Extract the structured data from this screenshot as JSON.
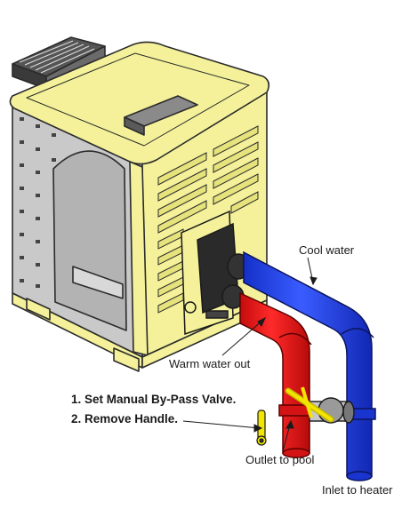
{
  "labels": {
    "cool_water": "Cool water",
    "warm_water_out": "Warm water out",
    "step_1": "1. Set Manual By-Pass Valve.",
    "step_2": "2. Remove Handle.",
    "outlet_to_pool": "Outlet to pool",
    "inlet_to_heater": "Inlet to heater"
  },
  "colors": {
    "heater_body": "#f4f19a",
    "heater_outline": "#2b2b2b",
    "panel_gray": "#b9b9b9",
    "cool_pipe": "#1f3fe0",
    "warm_pipe": "#e81414",
    "valve_handle": "#f2e600"
  }
}
